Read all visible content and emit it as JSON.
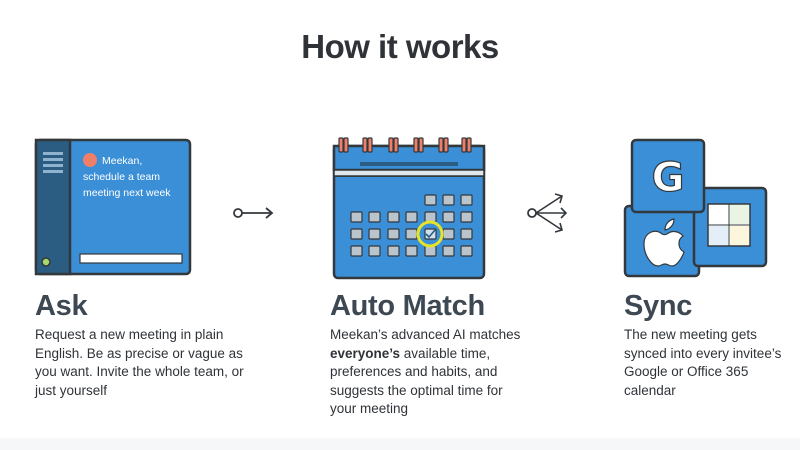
{
  "page_title": "How it works",
  "colors": {
    "blue": "#3b8fd6",
    "dark_blue": "#2b5c82",
    "outline": "#33383d",
    "orange": "#ef7f66",
    "yellow": "#e6e42a"
  },
  "steps": [
    {
      "title": "Ask",
      "description": "Request a new meeting in plain English. Be as precise or vague as you want. Invite the whole team, or just yourself",
      "chat_line1": "Meekan,",
      "chat_line2": "schedule a team",
      "chat_line3": "meeting next week",
      "icon": "chat-app-illustration"
    },
    {
      "title": "Auto Match",
      "description_pre": "Meekan’s advanced AI matches",
      "description_bold": "everyone’s",
      "description_post": " available time, preferences and habits, and suggests the optimal time for your meeting",
      "icon": "calendar-illustration"
    },
    {
      "title": "Sync",
      "description": "The new meeting gets synced into every invitee’s Google or Office 365 calendar",
      "google_letter": "G",
      "icon": "calendar-providers-illustration"
    }
  ],
  "connectors": [
    "arrow-right-icon",
    "fork-arrows-icon"
  ]
}
